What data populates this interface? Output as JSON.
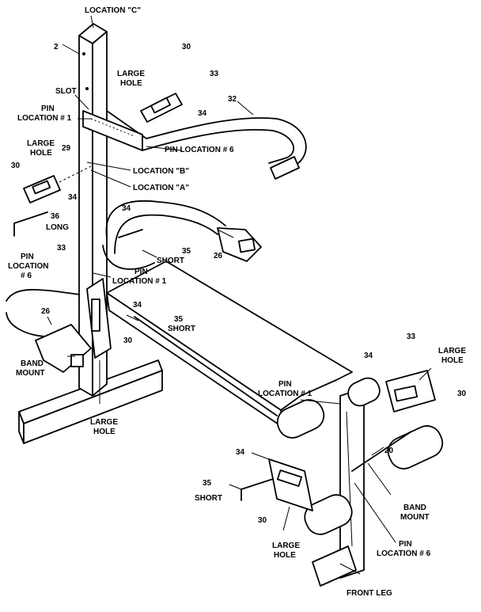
{
  "labels": {
    "location_c": "LOCATION \"C\"",
    "num_2": "2",
    "num_30_top": "30",
    "large_hole_top_1": "LARGE",
    "large_hole_top_2": "HOLE",
    "num_33_top": "33",
    "num_32": "32",
    "slot": "SLOT",
    "pin_loc_1_top_a": "PIN",
    "pin_loc_1_top_b": "LOCATION # 1",
    "num_34_top": "34",
    "pin_loc_6_top": "PIN LOCATION # 6",
    "large_hole_left_1": "LARGE",
    "large_hole_left_2": "HOLE",
    "num_29": "29",
    "location_b": "LOCATION \"B\"",
    "location_a": "LOCATION \"A\"",
    "num_30_left": "30",
    "num_34_left": "34",
    "num_36": "36",
    "long": "LONG",
    "num_34_mid": "34",
    "num_33_mid": "33",
    "num_35_mid": "35",
    "short_mid": "SHORT",
    "num_26_right": "26",
    "pin_loc_6_left_a": "PIN",
    "pin_loc_6_left_b": "LOCATION",
    "pin_loc_6_left_c": "# 6",
    "pin_loc_1_mid_a": "PIN",
    "pin_loc_1_mid_b": "LOCATION # 1",
    "num_34_lower": "34",
    "num_26_left": "26",
    "num_35_lower": "35",
    "short_lower": "SHORT",
    "num_30_lower": "30",
    "band_mount_left_1": "BAND",
    "band_mount_left_2": "MOUNT",
    "large_hole_bottom_1": "LARGE",
    "large_hole_bottom_2": "HOLE",
    "num_33_right": "33",
    "large_hole_right_1": "LARGE",
    "large_hole_right_2": "HOLE",
    "num_34_right": "34",
    "pin_loc_1_right_a": "PIN",
    "pin_loc_1_right_b": "LOCATION # 1",
    "num_30_right": "30",
    "num_20": "20",
    "num_34_front": "34",
    "num_35_front": "35",
    "short_front": "SHORT",
    "band_mount_right_1": "BAND",
    "band_mount_right_2": "MOUNT",
    "num_30_front": "30",
    "large_hole_front_1": "LARGE",
    "large_hole_front_2": "HOLE",
    "pin_loc_6_front_a": "PIN",
    "pin_loc_6_front_b": "LOCATION # 6",
    "front_leg": "FRONT LEG"
  }
}
